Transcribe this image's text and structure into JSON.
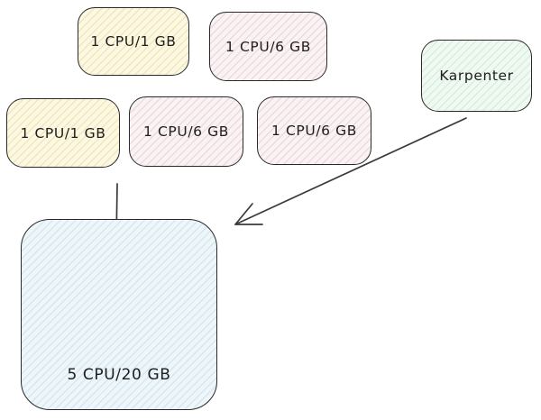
{
  "diagram": {
    "type": "sketch-flow-diagram",
    "background": "#ffffff",
    "stroke_color": "#3a3a3a",
    "nodes": [
      {
        "id": "pod-top-1",
        "label": "1 CPU/1 GB",
        "fill_name": "yellow-hatch",
        "fill": "#fcf8e3"
      },
      {
        "id": "pod-top-2",
        "label": "1 CPU/6 GB",
        "fill_name": "pink-hatch",
        "fill": "#faf3f4"
      },
      {
        "id": "karpenter",
        "label": "Karpenter",
        "fill_name": "green-hatch",
        "fill": "#f0faf2"
      },
      {
        "id": "pod-mid-1",
        "label": "1 CPU/1 GB",
        "fill_name": "yellow-hatch",
        "fill": "#fcf8e3"
      },
      {
        "id": "pod-mid-2",
        "label": "1 CPU/6 GB",
        "fill_name": "pink-hatch",
        "fill": "#faf3f4"
      },
      {
        "id": "pod-mid-3",
        "label": "1 CPU/6 GB",
        "fill_name": "pink-hatch",
        "fill": "#faf3f4"
      },
      {
        "id": "node",
        "label": "5 CPU/20 GB",
        "fill_name": "blue-hatch",
        "fill": "#eef6f9"
      }
    ],
    "edges": [
      {
        "from": "pods",
        "to": "node",
        "style": "straight-arrow-down"
      },
      {
        "from": "karpenter",
        "to": "node",
        "style": "diagonal-arrow-down-left"
      }
    ]
  }
}
